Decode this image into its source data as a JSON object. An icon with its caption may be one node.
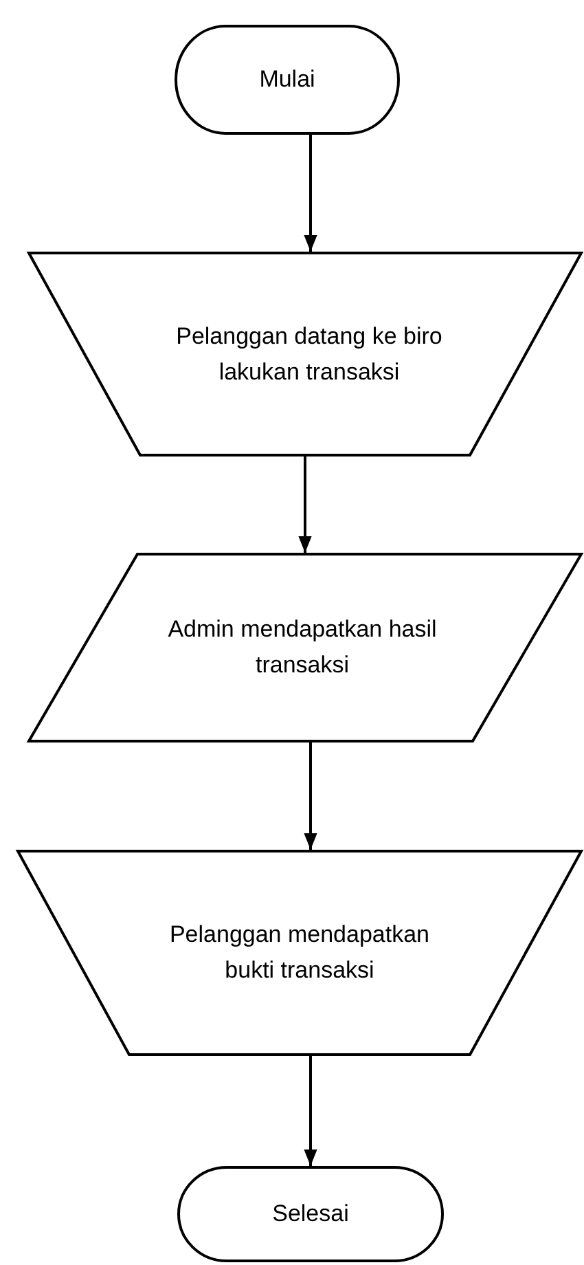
{
  "diagram": {
    "nodes": [
      {
        "text": [
          "Mulai"
        ]
      },
      {
        "text": [
          "Pelanggan datang ke biro lakukan transaksi"
        ]
      },
      {
        "text": [
          "Admin mendapatkan hasil transaksi"
        ]
      },
      {
        "text": [
          "Pelanggan mendapatkan bukti transaksi"
        ]
      },
      {
        "text": [
          "Selesai"
        ]
      }
    ],
    "edges": [
      {
        "from": 0,
        "to": 1,
        "arrow": "to"
      },
      {
        "from": 1,
        "to": 2,
        "arrow": "to"
      },
      {
        "from": 2,
        "to": 3,
        "arrow": "to"
      },
      {
        "from": 3,
        "to": 4,
        "arrow": "to"
      }
    ]
  }
}
